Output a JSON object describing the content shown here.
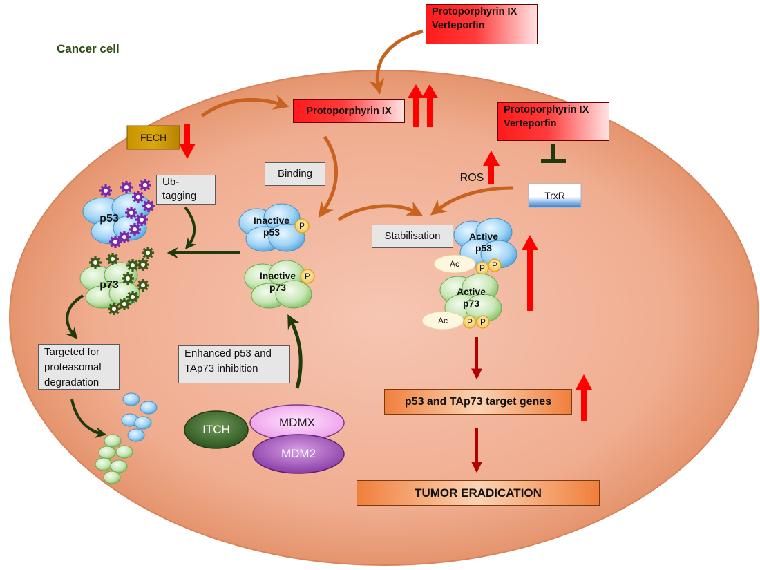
{
  "title": "Cancer cell",
  "boxes": {
    "ppix_verteporfin_top": [
      "Protoporphyrin IX",
      "Verteporfin"
    ],
    "ppix_verteporfin_right": [
      "Protoporphyrin IX",
      "Verteporfin"
    ],
    "ppix_center": "Protoporphyrin IX",
    "fech": "FECH",
    "trxr": "TrxR",
    "ros": "ROS",
    "binding": "Binding",
    "ub_tagging": [
      "Ub-",
      "tagging"
    ],
    "stabilisation": "Stabilisation",
    "targeted": [
      "Targeted for",
      "proteasomal",
      "degradation"
    ],
    "enhanced": [
      "Enhanced p53 and",
      "TAp73  inhibition"
    ],
    "target_genes": "p53 and TAp73 target genes",
    "tumor": "TUMOR ERADICATION"
  },
  "proteins": {
    "itch": "ITCH",
    "mdmx": "MDMX",
    "mdm2": "MDM2",
    "p53_ub": "p53",
    "p73_ub": "p73",
    "inactive_p53": [
      "Inactive",
      "p53"
    ],
    "inactive_p73": [
      "Inactive",
      "p73"
    ],
    "active_p53": [
      "Active",
      "p53"
    ],
    "active_p73": [
      "Active",
      "p73"
    ],
    "phospho": "P",
    "acetyl": "Ac"
  },
  "colors": {
    "cell_fill": "#f2b49a",
    "cell_edge": "#d9835a",
    "pathway_arrow": "#c8621f",
    "up_arrow": "#ff0000",
    "down_arrow": "#b30000",
    "inhibit": "#1e3a0e",
    "p53_blue": "#8cc8ee",
    "p73_green": "#b9dfa3",
    "ub_purple": "#7a2aa8",
    "ub_green": "#3d5a1c",
    "itch": "#3f6b2f",
    "mdm2": "#9b4fb5",
    "mdmx": "#efb3ef"
  }
}
